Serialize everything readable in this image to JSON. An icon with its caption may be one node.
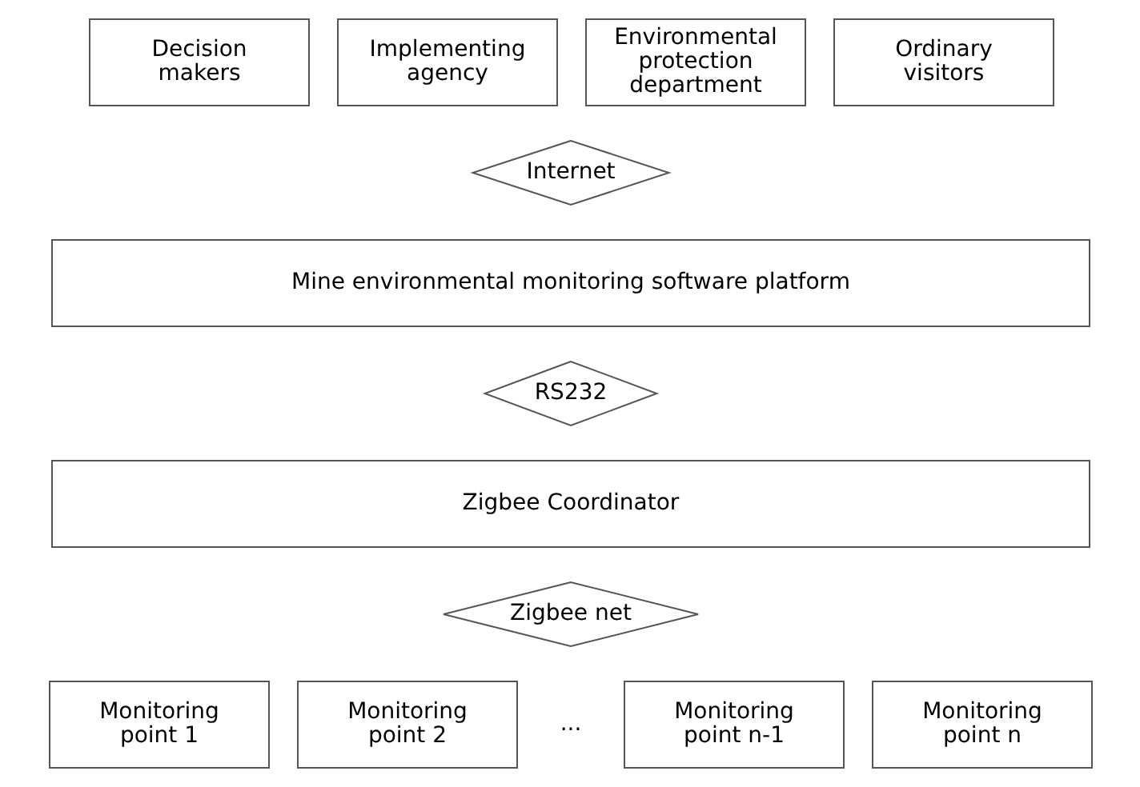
{
  "diagram": {
    "nodes": [
      {
        "text": [
          "Decision makers"
        ]
      },
      {
        "text": [
          "Implementing agency"
        ]
      },
      {
        "text": [
          "Environmental protection department"
        ]
      },
      {
        "text": [
          "Ordinary visitors"
        ]
      },
      {
        "text": [
          "Internet"
        ]
      },
      {
        "text": [
          "Mine environmental monitoring software platform"
        ]
      },
      {
        "text": [
          "RS232"
        ]
      },
      {
        "text": [
          "Zigbee Coordinator"
        ]
      },
      {
        "text": [
          "Zigbee net"
        ]
      },
      {
        "text": [
          "Monitoring point 1"
        ]
      },
      {
        "text": [
          "Monitoring point 2"
        ]
      },
      {
        "text": [
          "Monitoring point n-1"
        ]
      },
      {
        "text": [
          "Monitoring point n"
        ]
      }
    ],
    "labels": [
      "..."
    ]
  }
}
